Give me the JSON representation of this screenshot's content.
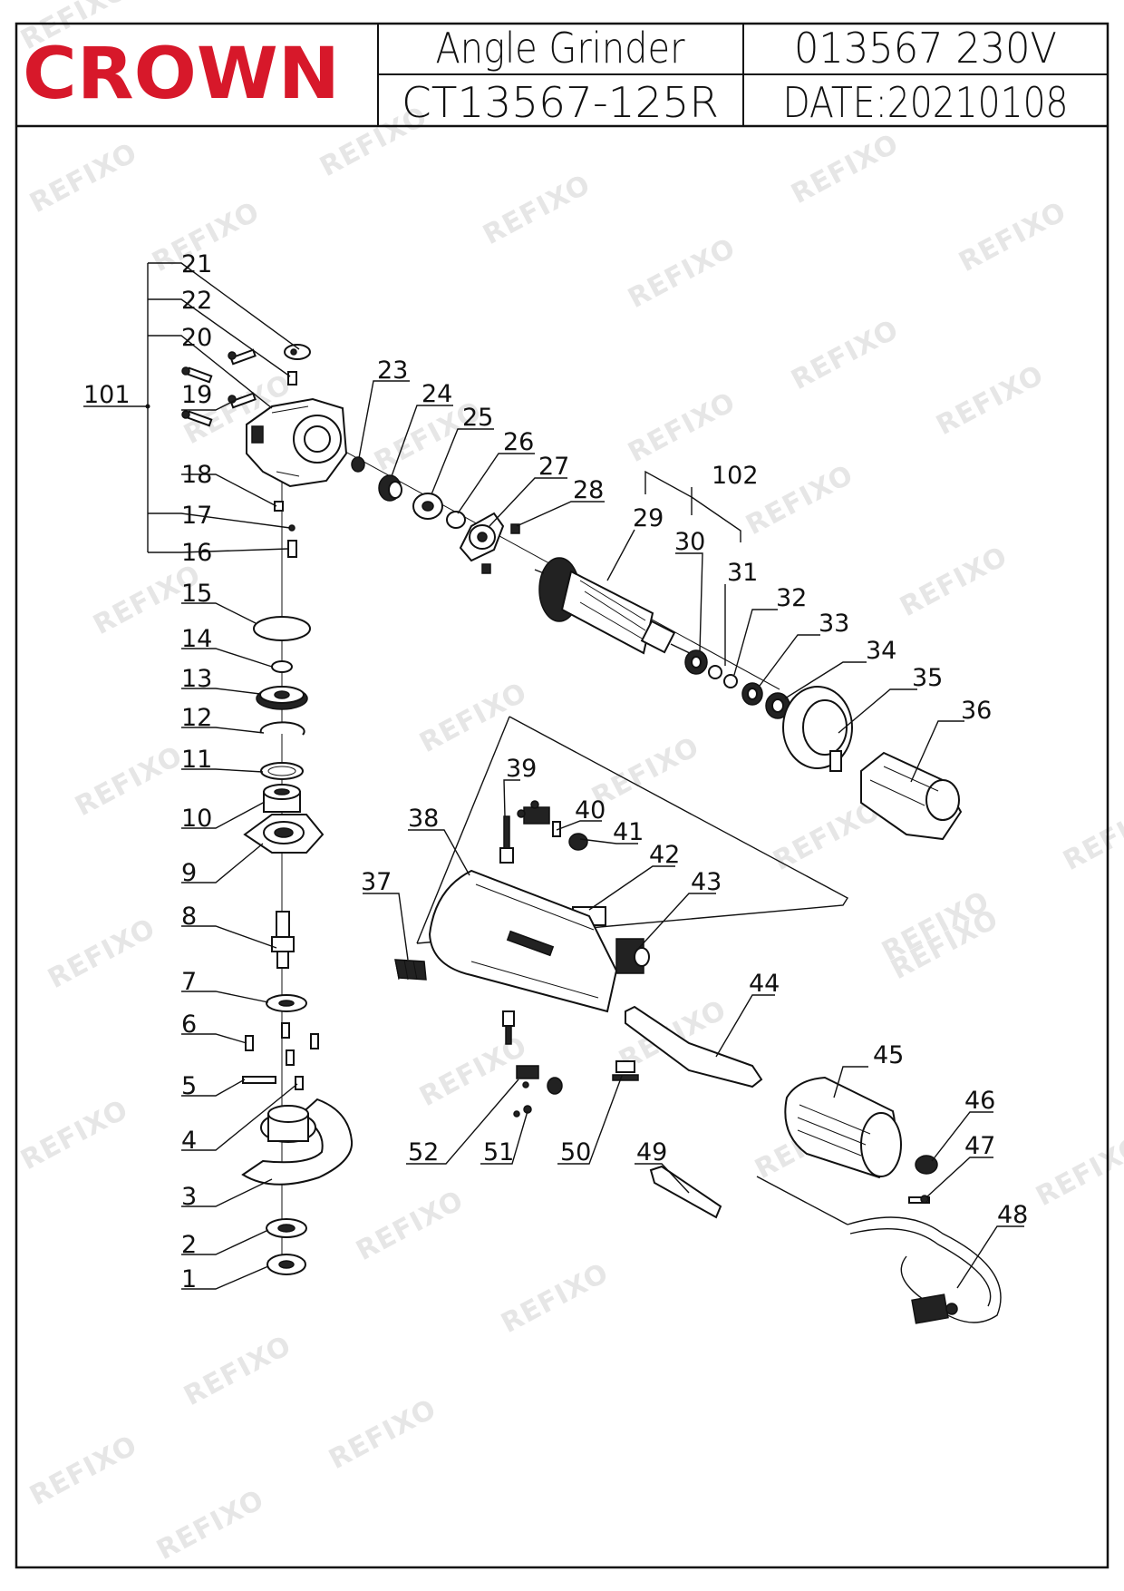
{
  "header": {
    "brand": "CROWN",
    "product_name": "Angle Grinder",
    "product_code": "013567 230V",
    "model": "CT13567-125R",
    "date": "DATE:20210108",
    "brand_color": "#d7182a"
  },
  "watermark": "REFIXO",
  "parts": [
    "1",
    "2",
    "3",
    "4",
    "5",
    "6",
    "7",
    "8",
    "9",
    "10",
    "11",
    "12",
    "13",
    "14",
    "15",
    "16",
    "17",
    "18",
    "19",
    "20",
    "21",
    "22",
    "23",
    "24",
    "25",
    "26",
    "27",
    "28",
    "29",
    "30",
    "31",
    "32",
    "33",
    "34",
    "35",
    "36",
    "37",
    "38",
    "39",
    "40",
    "41",
    "42",
    "43",
    "44",
    "45",
    "46",
    "47",
    "48",
    "49",
    "50",
    "51",
    "52"
  ],
  "assemblies": {
    "gear_head": "101",
    "armature": "102"
  }
}
